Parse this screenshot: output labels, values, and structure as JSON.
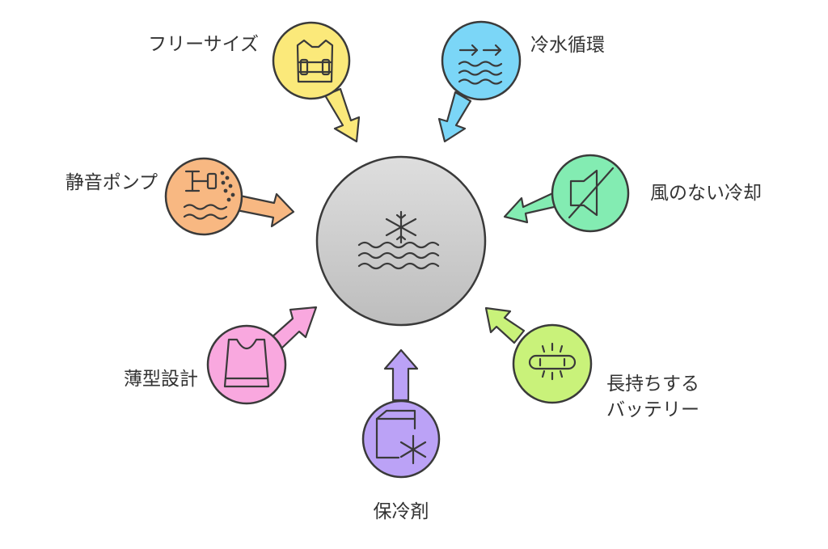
{
  "diagram": {
    "center": {
      "icon": "snowflake-waves-icon",
      "color": "#c9c9c9"
    },
    "features": [
      {
        "id": "free-size",
        "label": "フリーサイズ",
        "icon": "vest-icon",
        "color": "#fbe97a"
      },
      {
        "id": "cold-water",
        "label": "冷水循環",
        "icon": "water-flow-icon",
        "color": "#7bd6f7"
      },
      {
        "id": "windless",
        "label": "風のない冷却",
        "icon": "no-wind-icon",
        "color": "#83ecb2"
      },
      {
        "id": "long-battery",
        "label_line1": "長持ちする",
        "label_line2": "バッテリー",
        "icon": "battery-icon",
        "color": "#c9f27a"
      },
      {
        "id": "ice-pack",
        "label": "保冷剤",
        "icon": "cold-box-icon",
        "color": "#bba2f6"
      },
      {
        "id": "thin-design",
        "label": "薄型設計",
        "icon": "tank-top-icon",
        "color": "#f9a8df"
      },
      {
        "id": "quiet-pump",
        "label": "静音ポンプ",
        "icon": "pump-icon",
        "color": "#f8b882"
      }
    ]
  }
}
